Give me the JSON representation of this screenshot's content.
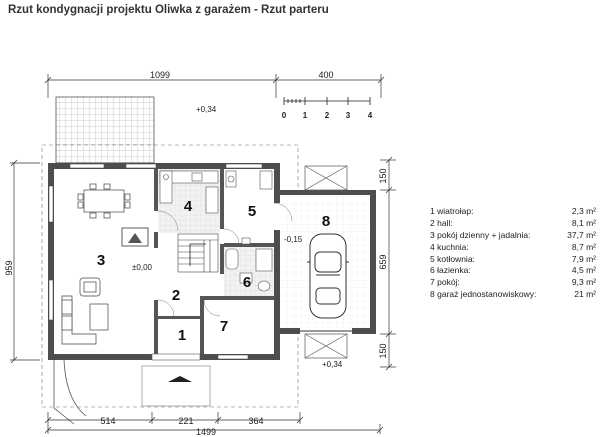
{
  "title": "Rzut kondygnacji projektu Oliwka z garażem - Rzut parteru",
  "dimensions": {
    "top_main": "1099",
    "top_garage": "400",
    "bottom_1": "514",
    "bottom_2": "221",
    "bottom_3": "364",
    "bottom_total": "1499",
    "left_height": "959",
    "right_height": "659",
    "right_top": "150",
    "right_bottom": "150"
  },
  "levels": {
    "terrace": "+0,34",
    "living": "±0,00",
    "garage": "-0,15",
    "entrance": "+0,34"
  },
  "scale": [
    "0",
    "1",
    "2",
    "3",
    "4"
  ],
  "rooms": [
    {
      "number": "1",
      "name": "wiatrołap:",
      "area": "2,3 m²"
    },
    {
      "number": "2",
      "name": "hall:",
      "area": "8,1 m²"
    },
    {
      "number": "3",
      "name": "pokój dzienny + jadalnia:",
      "area": "37,7 m²"
    },
    {
      "number": "4",
      "name": "kuchnia:",
      "area": "8,7 m²"
    },
    {
      "number": "5",
      "name": "kotłownia:",
      "area": "7,9 m²"
    },
    {
      "number": "6",
      "name": "łazienka:",
      "area": "4,5 m²"
    },
    {
      "number": "7",
      "name": "pokój:",
      "area": "9,3 m²"
    },
    {
      "number": "8",
      "name": "garaż jednostanowiskowy:",
      "area": "21 m²"
    }
  ],
  "colors": {
    "wall": "#4d4d4d",
    "dim": "#333333",
    "floor": "#ffffff",
    "tile": "#e9e9e9"
  },
  "icons": [
    "car-icon",
    "fireplace-icon",
    "armchair-icon",
    "dining-table-icon",
    "stairs-icon",
    "entrance-arrow-icon"
  ]
}
